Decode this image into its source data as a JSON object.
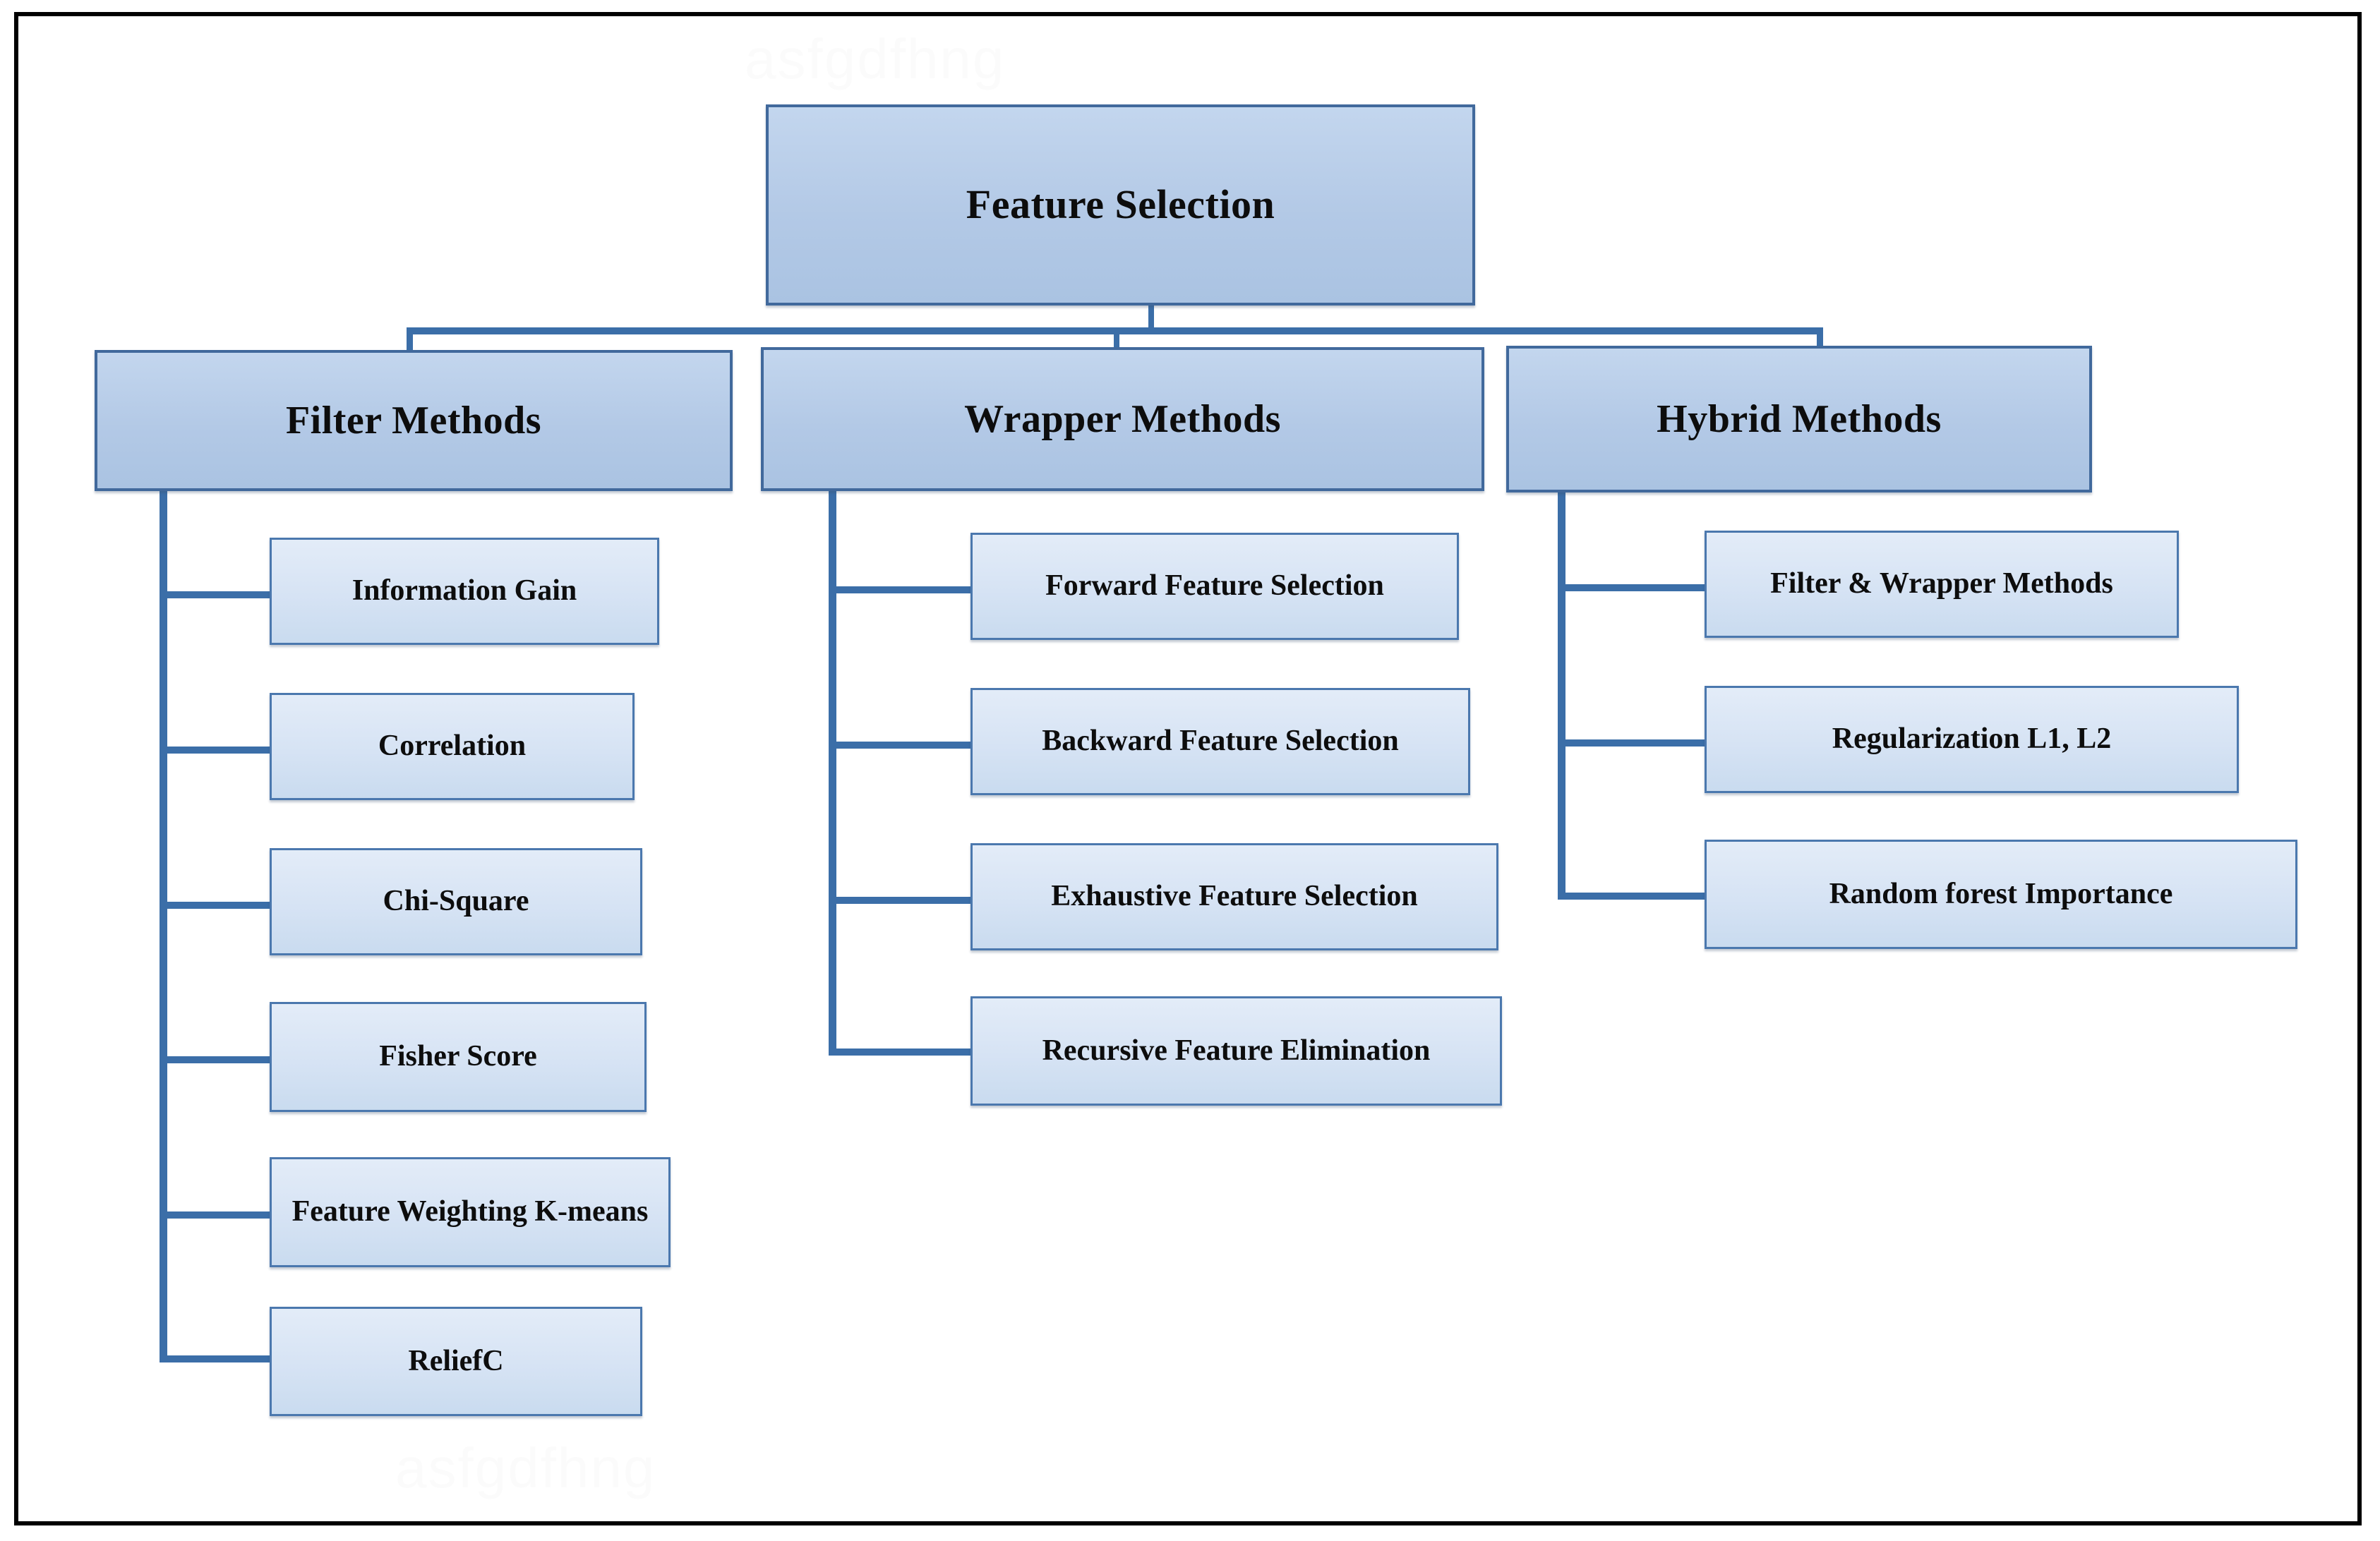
{
  "diagram": {
    "title": "Feature Selection",
    "type": "hierarchy-tree",
    "watermark_text": "asfgdfhng",
    "colors": {
      "frame_border": "#000000",
      "connector": "#3b6ea8",
      "node_border_dark": "#41699c",
      "node_border_light": "#4b78ae",
      "node_fill_top": "#c3d6ee",
      "node_fill_bottom": "#aac3e2",
      "leaf_fill_top": "#e3ecf8",
      "leaf_fill_bottom": "#c9dbef",
      "text": "#0d0d0d",
      "background": "#ffffff"
    }
  },
  "root": {
    "label": "Feature Selection"
  },
  "categories": [
    {
      "id": "filter",
      "label": "Filter Methods",
      "children": [
        {
          "label": "Information  Gain"
        },
        {
          "label": "Correlation"
        },
        {
          "label": "Chi-Square"
        },
        {
          "label": "Fisher Score"
        },
        {
          "label": "Feature Weighting K-means"
        },
        {
          "label": "ReliefC"
        }
      ]
    },
    {
      "id": "wrapper",
      "label": "Wrapper Methods",
      "children": [
        {
          "label": "Forward  Feature Selection"
        },
        {
          "label": "Backward  Feature Selection"
        },
        {
          "label": "Exhaustive Feature Selection"
        },
        {
          "label": "Recursive  Feature Elimination"
        }
      ]
    },
    {
      "id": "hybrid",
      "label": "Hybrid Methods",
      "children": [
        {
          "label": "Filter & Wrapper  Methods"
        },
        {
          "label": "Regularization L1, L2"
        },
        {
          "label": "Random forest Importance"
        }
      ]
    }
  ]
}
